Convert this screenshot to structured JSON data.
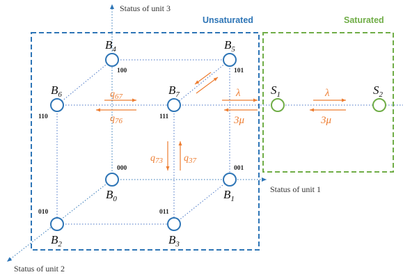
{
  "axes": {
    "unit1": "Status of unit 1",
    "unit2": "Status of unit 2",
    "unit3": "Status of unit 3"
  },
  "regions": {
    "unsaturated": {
      "title": "Unsaturated",
      "color": "#2e75b6"
    },
    "saturated": {
      "title": "Saturated",
      "color": "#70ad47"
    }
  },
  "colors": {
    "node": "#2e75b6",
    "saturated_node": "#70ad47",
    "rate": "#ed7d31",
    "edge": "#4472c4"
  },
  "nodes": {
    "B0": {
      "base": "B",
      "sub": "0",
      "code": "000"
    },
    "B1": {
      "base": "B",
      "sub": "1",
      "code": "001"
    },
    "B2": {
      "base": "B",
      "sub": "2",
      "code": "010"
    },
    "B3": {
      "base": "B",
      "sub": "3",
      "code": "011"
    },
    "B4": {
      "base": "B",
      "sub": "4",
      "code": "100"
    },
    "B5": {
      "base": "B",
      "sub": "5",
      "code": "101"
    },
    "B6": {
      "base": "B",
      "sub": "6",
      "code": "110"
    },
    "B7": {
      "base": "B",
      "sub": "7",
      "code": "111"
    },
    "S1": {
      "base": "S",
      "sub": "1"
    },
    "S2": {
      "base": "S",
      "sub": "2"
    }
  },
  "rates": {
    "q67": {
      "base": "q",
      "sub": "67"
    },
    "q76": {
      "base": "q",
      "sub": "76"
    },
    "q73": {
      "base": "q",
      "sub": "73"
    },
    "q37": {
      "base": "q",
      "sub": "37"
    },
    "lambda1": "λ",
    "mu1": "3μ",
    "lambda2": "λ",
    "mu2": "3μ"
  }
}
